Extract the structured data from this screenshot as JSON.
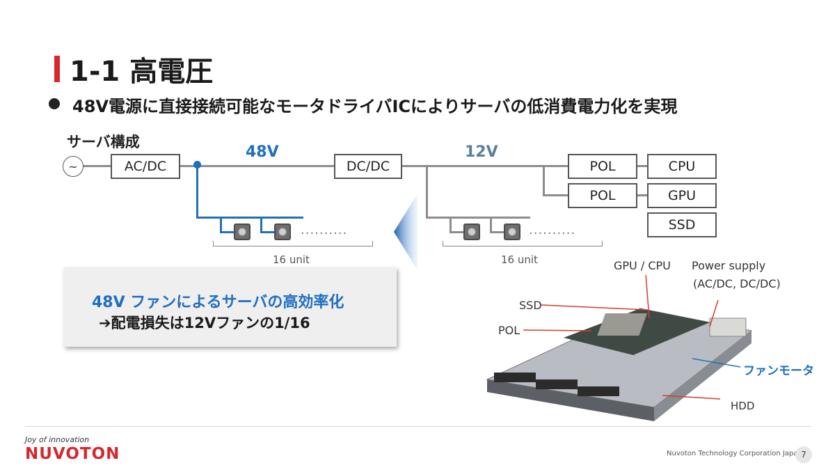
{
  "title": "1-1 高電圧",
  "subtitle": "48V電源に直接接続可能なモータドライバICによりサーバの低消費電力化を実現",
  "diagram": {
    "section_label": "サーバ構成",
    "ac_symbol": "~",
    "acdc": "AC/DC",
    "v48": "48V",
    "dcdc": "DC/DC",
    "v12": "12V",
    "pol1": "POL",
    "cpu": "CPU",
    "pol2": "POL",
    "gpu": "GPU",
    "ssd": "SSD",
    "dots": "..........",
    "unit_left": "16 unit",
    "unit_right": "16 unit",
    "colors": {
      "blue_line": "#1f6fc0",
      "gray_line": "#8c8c8c",
      "v48_text": "#1f6fc0",
      "v12_text": "#5b7f9f"
    }
  },
  "callout": {
    "line1": "48V ファンによるサーバの高効率化",
    "line2": "➔配電損失は12Vファンの1/16"
  },
  "photo_labels": {
    "gpu_cpu": "GPU / CPU",
    "power_supply": "Power supply",
    "power_supply_sub": "(AC/DC, DC/DC)",
    "ssd": "SSD",
    "pol": "POL",
    "fan_motor": "ファンモータ",
    "hdd": "HDD"
  },
  "footer": {
    "tagline": "Joy of innovation",
    "logo": "nuvoTon",
    "company": "Nuvoton Technology Corporation Japan",
    "page": "7"
  }
}
